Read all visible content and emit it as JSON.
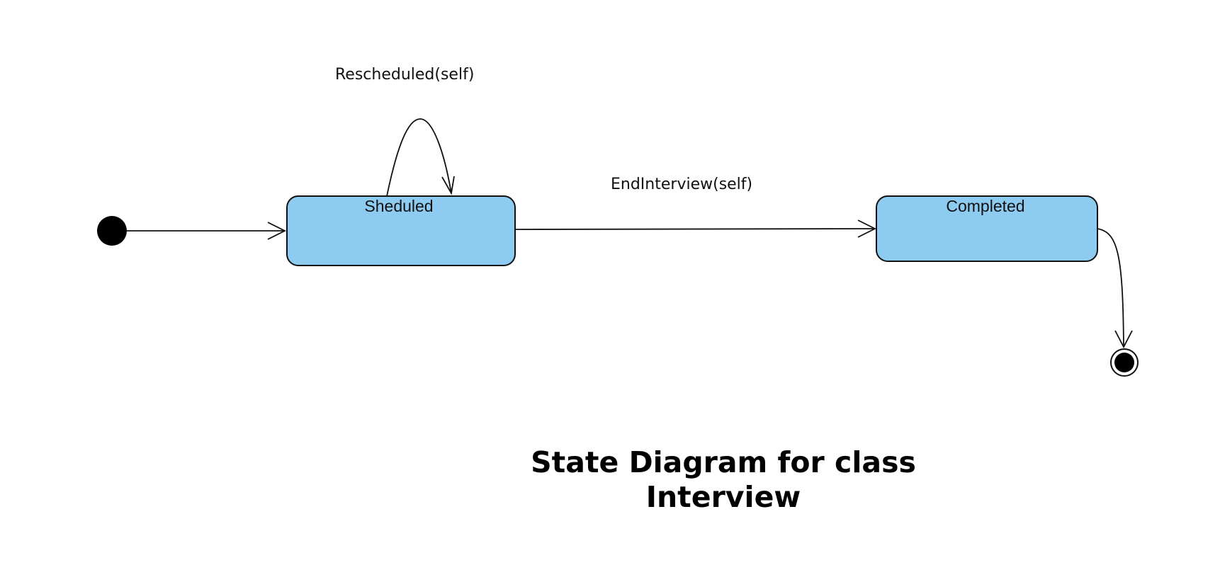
{
  "diagram": {
    "states": {
      "scheduled": {
        "label": "Sheduled"
      },
      "completed": {
        "label": "Completed"
      }
    },
    "transitions": {
      "rescheduled": {
        "label": "Rescheduled(self)"
      },
      "end_interview": {
        "label": "EndInterview(self)"
      }
    },
    "caption": {
      "line1": "State Diagram for class",
      "line2": "Interview"
    }
  },
  "colors": {
    "state_fill": "#8ecbf1",
    "stroke": "#111111",
    "background": "#ffffff"
  }
}
